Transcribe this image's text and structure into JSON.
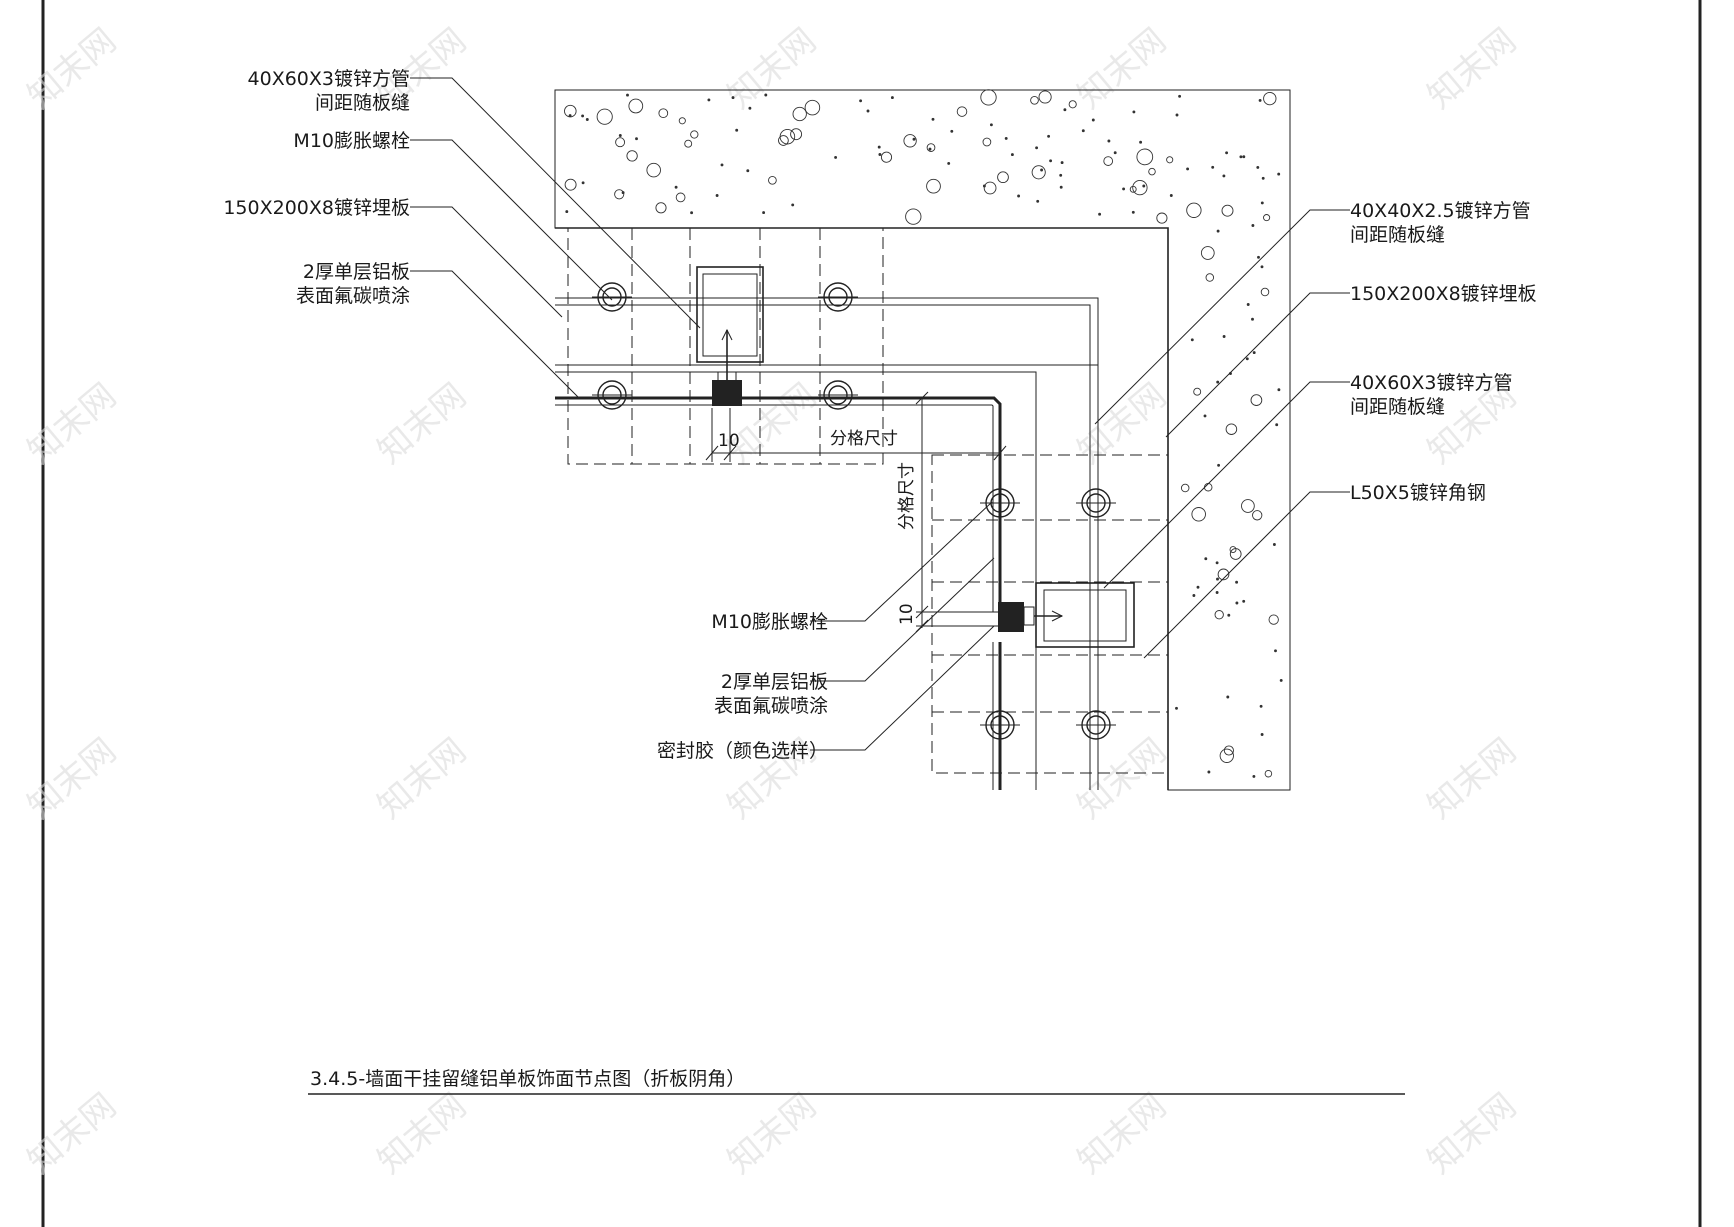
{
  "drawing": {
    "title": "3.4.5-墙面干挂留缝铝单板饰面节点图（折板阴角）",
    "labels_left": [
      {
        "line1": "40X60X3镀锌方管",
        "line2": "间距随板缝"
      },
      {
        "line1": "M10膨胀螺栓",
        "line2": ""
      },
      {
        "line1": "150X200X8镀锌埋板",
        "line2": ""
      },
      {
        "line1": "2厚单层铝板",
        "line2": "表面氟碳喷涂"
      }
    ],
    "labels_right": [
      {
        "line1": "40X40X2.5镀锌方管",
        "line2": "间距随板缝"
      },
      {
        "line1": "150X200X8镀锌埋板",
        "line2": ""
      },
      {
        "line1": "40X60X3镀锌方管",
        "line2": "间距随板缝"
      },
      {
        "line1": "L50X5镀锌角钢",
        "line2": ""
      }
    ],
    "labels_bottom": [
      {
        "line1": "M10膨胀螺栓",
        "line2": ""
      },
      {
        "line1": "2厚单层铝板",
        "line2": "表面氟碳喷涂"
      },
      {
        "line1": "密封胶（颜色选样）",
        "line2": ""
      }
    ],
    "dimensions": {
      "grid_horizontal": "分格尺寸",
      "grid_vertical": "分格尺寸",
      "gap_horizontal": "10",
      "gap_vertical": "10"
    },
    "watermark": "知末网"
  }
}
